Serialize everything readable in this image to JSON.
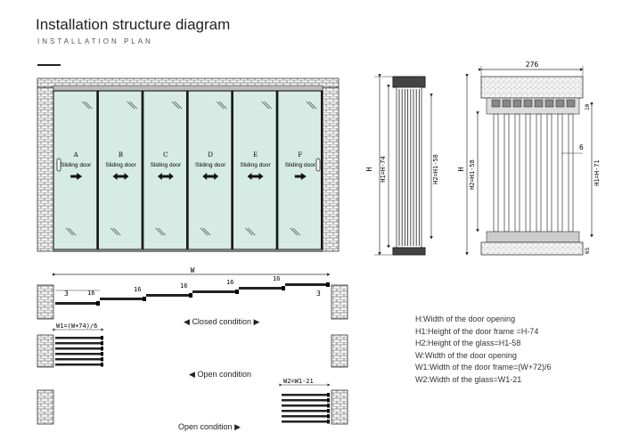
{
  "header": {
    "title": "Installation structure diagram",
    "subtitle": "INSTALLATION PLAN"
  },
  "front_view": {
    "panels": [
      {
        "letter": "A",
        "label": "Sliding door",
        "arrow": "right"
      },
      {
        "letter": "B",
        "label": "Sliding door",
        "arrow": "both"
      },
      {
        "letter": "C",
        "label": "Sliding door",
        "arrow": "both"
      },
      {
        "letter": "D",
        "label": "Sliding door",
        "arrow": "both"
      },
      {
        "letter": "E",
        "label": "Sliding door",
        "arrow": "both"
      },
      {
        "letter": "F",
        "label": "Sliding door",
        "arrow": "right"
      }
    ]
  },
  "side_view": {
    "h_label": "H",
    "h1_label": "H1=H-74",
    "h2_label": "H2=H1-58"
  },
  "section_view": {
    "width_label": "276",
    "dim_6": "6",
    "dim_10": "10",
    "dim_65": "65",
    "h_label": "H",
    "h1_label": "H1=H-71",
    "h2_label": "H2=H1-58"
  },
  "plan": {
    "w_label": "W",
    "offset_3_left": "3",
    "offset_3_right": "3",
    "step_labels": [
      "16",
      "16",
      "16",
      "16",
      "16"
    ],
    "closed_condition": "Closed condition",
    "open_condition_left": "Open condition",
    "open_condition_right": "Open condition",
    "w1_label": "W1=(W+74)/6",
    "w2_label": "W2=W1-21"
  },
  "notes": [
    "H:Width of the door opening",
    "H1:Height of the door frame =H-74",
    "H2:Height of the glass=H1-58",
    "W:Width of the door opening",
    "W1:Width of the door frame=(W+72)/6",
    "W2:Width of the glass=W1-21"
  ]
}
